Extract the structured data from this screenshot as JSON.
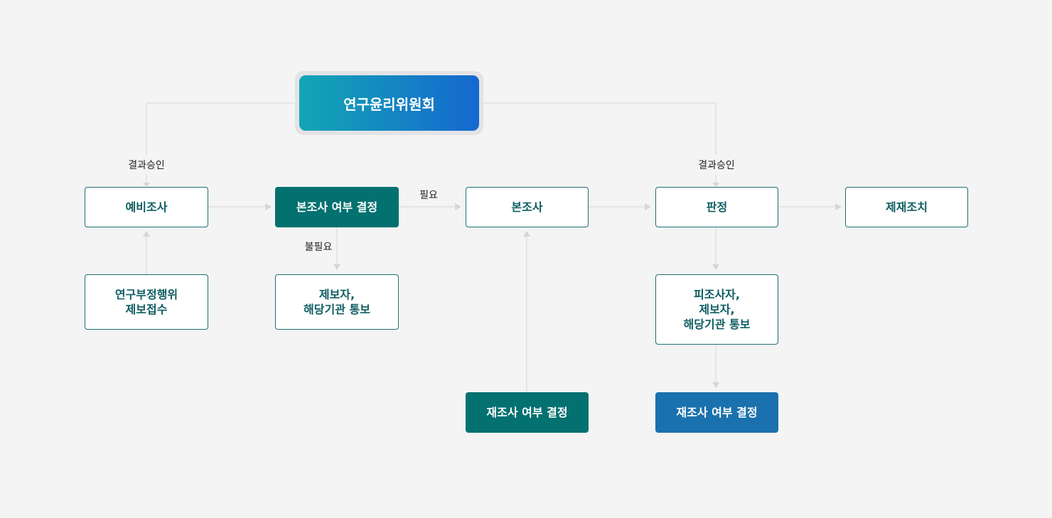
{
  "committee": "연구윤리위원회",
  "nodes": {
    "preliminary": "예비조사",
    "report_receipt": "연구부정행위\n제보접수",
    "main_decision": "본조사 여부 결정",
    "notify_reporter": "제보자,\n해당기관 통보",
    "main_investigation": "본조사",
    "reinvestigation_decision_teal": "재조사 여부 결정",
    "judgment": "판정",
    "notify_all": "피조사자,\n제보자,\n해당기관 통보",
    "reinvestigation_decision_blue": "재조사 여부 결정",
    "sanction": "제재조치"
  },
  "labels": {
    "approval_left": "결과승인",
    "approval_right": "결과승인",
    "needed": "필요",
    "not_needed": "불필요"
  },
  "colors": {
    "outline_border": "#1e6e73",
    "outline_text": "#0e5d62",
    "teal_fill": "#037170",
    "blue_fill": "#1b71ad",
    "connector": "#d6d6d6",
    "gradient_start": "#12a6b4",
    "gradient_end": "#1568d0"
  }
}
